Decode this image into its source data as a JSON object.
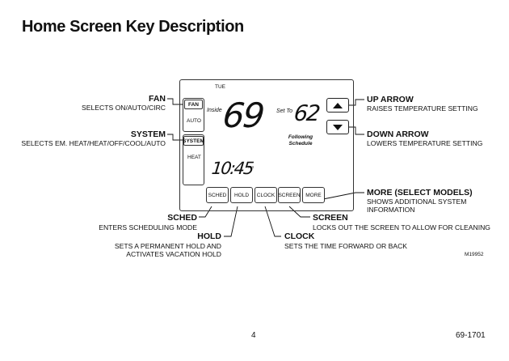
{
  "title": "Home Screen Key Description",
  "screen": {
    "day": "TUE",
    "inside_label": "Inside",
    "inside_temp": "69",
    "set_to_label": "Set To",
    "set_temp": "62",
    "schedule_status_line1": "Following",
    "schedule_status_line2": "Schedule",
    "time": "10:45",
    "ampm": "AM",
    "fan_button": "FAN",
    "fan_value": "AUTO",
    "system_button": "SYSTEM",
    "system_value": "HEAT",
    "bottom_buttons": [
      "SCHED",
      "HOLD",
      "CLOCK",
      "SCREEN",
      "MORE"
    ]
  },
  "callouts": {
    "fan": {
      "heading": "FAN",
      "desc": "SELECTS ON/AUTO/CIRC"
    },
    "system": {
      "heading": "SYSTEM",
      "desc": "SELECTS EM. HEAT/HEAT/OFF/COOL/AUTO"
    },
    "sched": {
      "heading": "SCHED",
      "desc": "ENTERS SCHEDULING MODE"
    },
    "hold": {
      "heading": "HOLD",
      "desc1": "SETS A PERMANENT HOLD AND",
      "desc2": "ACTIVATES VACATION HOLD"
    },
    "up": {
      "heading": "UP ARROW",
      "desc": "RAISES TEMPERATURE SETTING"
    },
    "down": {
      "heading": "DOWN ARROW",
      "desc": "LOWERS TEMPERATURE SETTING"
    },
    "more": {
      "heading": "MORE (SELECT MODELS)",
      "desc1": "SHOWS ADDITIONAL SYSTEM",
      "desc2": "INFORMATION"
    },
    "screen": {
      "heading": "SCREEN",
      "desc": "LOCKS OUT THE SCREEN TO ALLOW FOR CLEANING"
    },
    "clock": {
      "heading": "CLOCK",
      "desc": "SETS THE TIME FORWARD OR BACK"
    }
  },
  "figure_code": "M19952",
  "footer": {
    "page_number": "4",
    "doc_number": "69-1701"
  }
}
